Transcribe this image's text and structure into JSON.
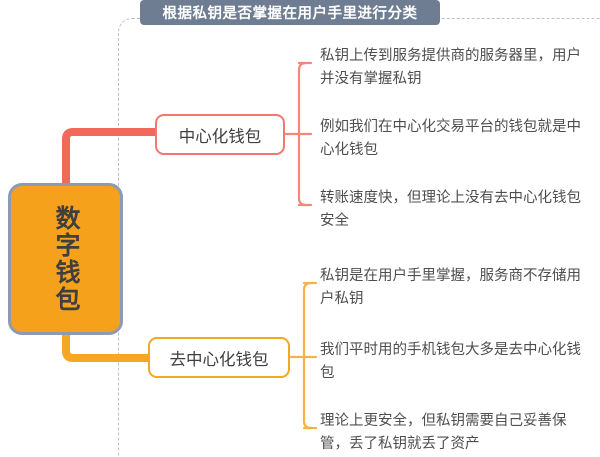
{
  "header": {
    "badge_label": "根据私钥是否掌握在用户手里进行分类",
    "badge_color": "#6e7d92",
    "badge_text_color": "#ffffff"
  },
  "root": {
    "label": "数字钱包",
    "fill_color": "#f5a11b",
    "border_color": "#8b9bb4",
    "text_color": "#3f3f3f"
  },
  "branches": [
    {
      "id": "centralized",
      "label": "中心化钱包",
      "accent_color": "#f2776c",
      "leaves": [
        "私钥上传到服务提供商的服务器里，用户并没有掌握私钥",
        "例如我们在中心化交易平台的钱包就是中心化钱包",
        "转账速度快，但理论上没有去中心化钱包安全"
      ]
    },
    {
      "id": "decentralized",
      "label": "去中心化钱包",
      "accent_color": "#f5a623",
      "leaves": [
        "私钥是在用户手里掌握，服务商不存储用户私钥",
        "我们平时用的手机钱包大多是去中心化钱包",
        "理论上更安全，但私钥需要自己妥善保管，丢了私钥就丢了资产"
      ]
    }
  ],
  "canvas": {
    "dashed_border_color": "#b9c0c9",
    "background_color": "#ffffff",
    "leaf_text_color": "#4e4e4e"
  }
}
